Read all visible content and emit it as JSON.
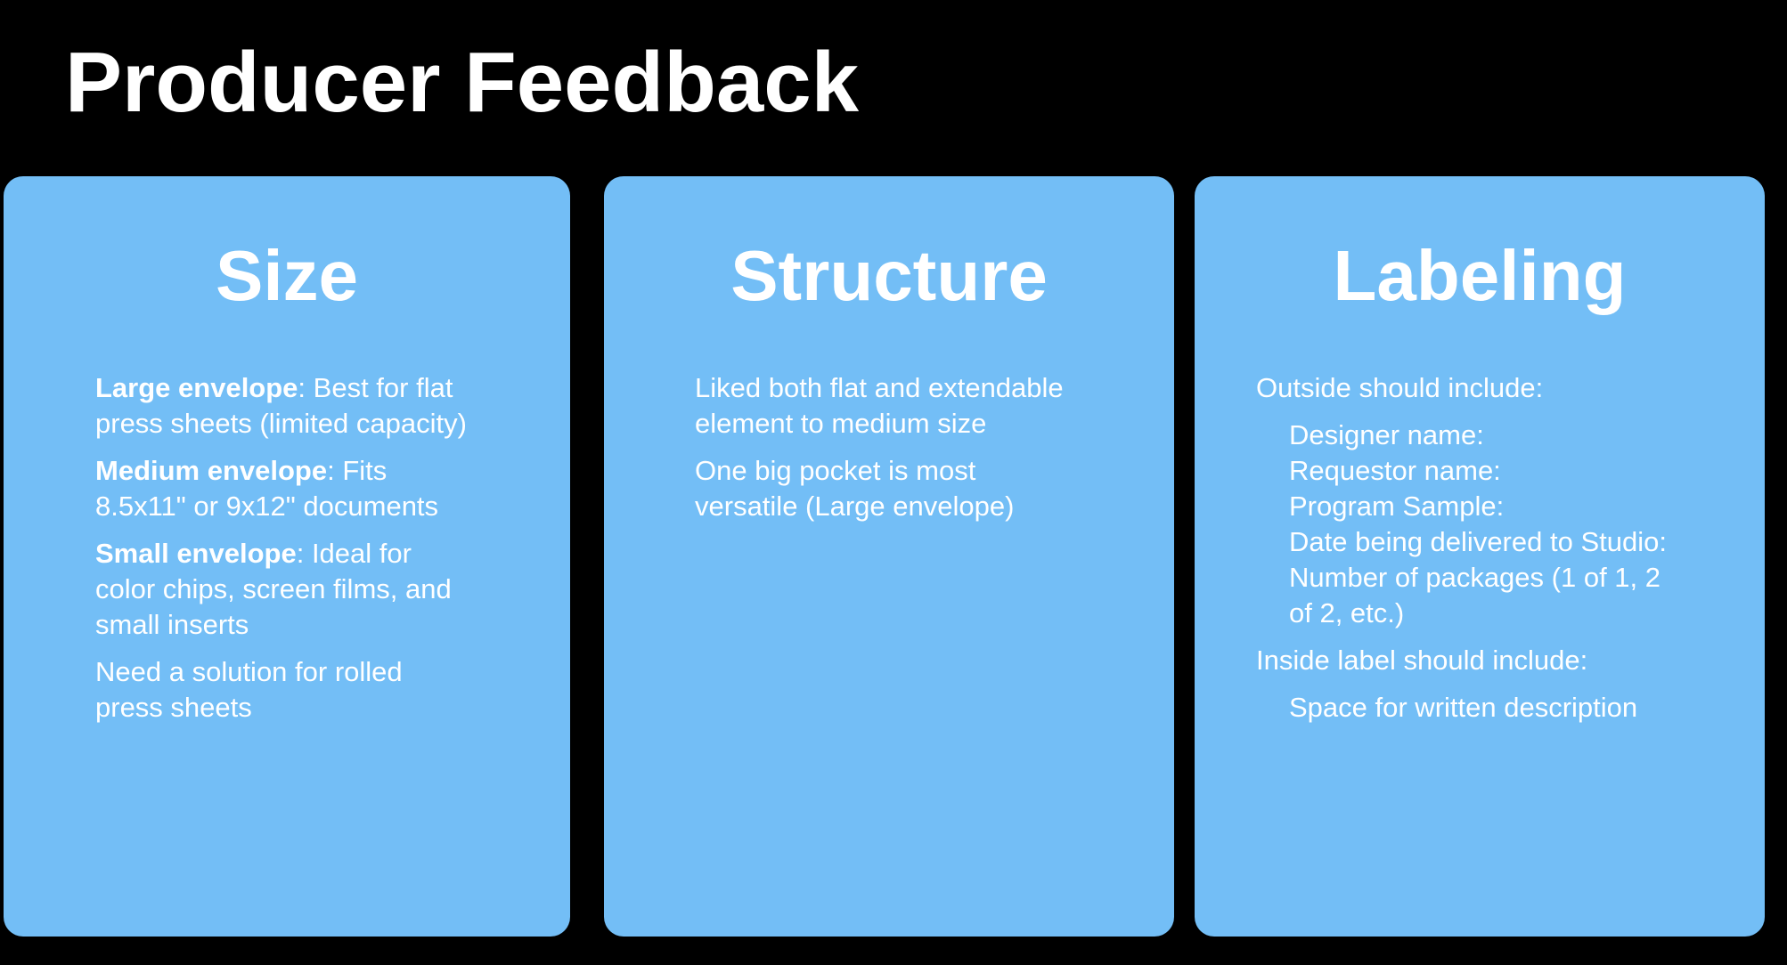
{
  "page": {
    "title": "Producer Feedback",
    "colors": {
      "background": "#000000",
      "card": "#73BEF6",
      "text": "#FFFFFF"
    }
  },
  "cards": [
    {
      "title": "Size",
      "paragraphs": [
        {
          "bold": "Large envelope",
          "text": ": Best for flat\npress sheets (limited capacity)"
        },
        {
          "bold": "Medium envelope",
          "text": ": Fits\n8.5x11\" or 9x12\" documents"
        },
        {
          "bold": "Small envelope",
          "text": ": Ideal for\ncolor chips, screen films, and\nsmall inserts"
        },
        {
          "text": "Need a solution for rolled\npress sheets"
        }
      ]
    },
    {
      "title": "Structure",
      "paragraphs": [
        {
          "text": "Liked both flat and extendable\nelement to medium size"
        },
        {
          "text": "One big pocket is most\nversatile (Large envelope)"
        }
      ]
    },
    {
      "title": "Labeling",
      "paragraphs": [
        {
          "text": "Outside should include:"
        },
        {
          "indent": true,
          "text": "Designer name:\nRequestor name:\nProgram Sample:\nDate being delivered to Studio:\nNumber of packages (1 of 1, 2\nof 2, etc.)"
        },
        {
          "text": "Inside label should include:"
        },
        {
          "indent": true,
          "text": "Space for written description"
        }
      ]
    }
  ]
}
